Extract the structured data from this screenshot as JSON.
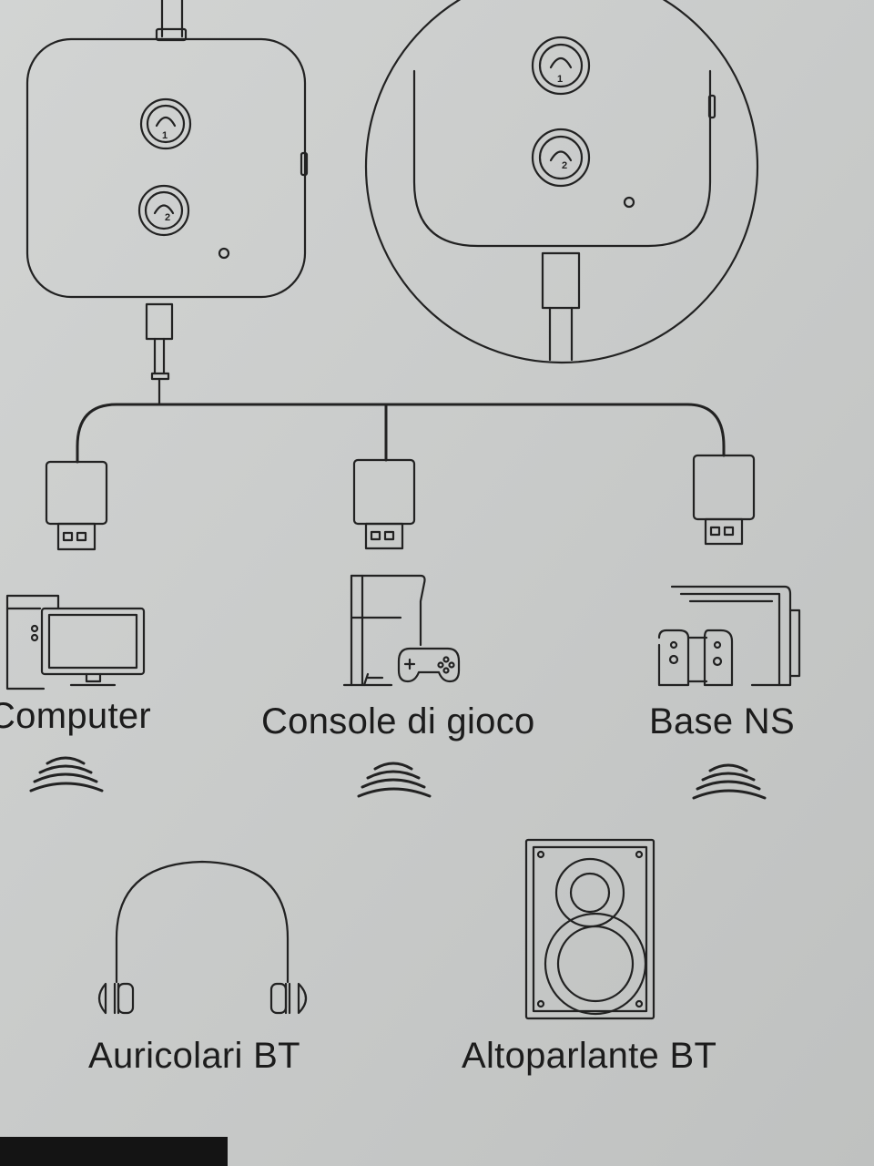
{
  "labels": {
    "computer": "Computer",
    "console": "Console di gioco",
    "dock": "Base NS",
    "headphones": "Auricolari BT",
    "speaker": "Altoparlante BT"
  },
  "button_glyphs": {
    "button_1": "1",
    "button_2": "2"
  },
  "colors": {
    "paper": "#c9cbca",
    "line": "#222222"
  }
}
